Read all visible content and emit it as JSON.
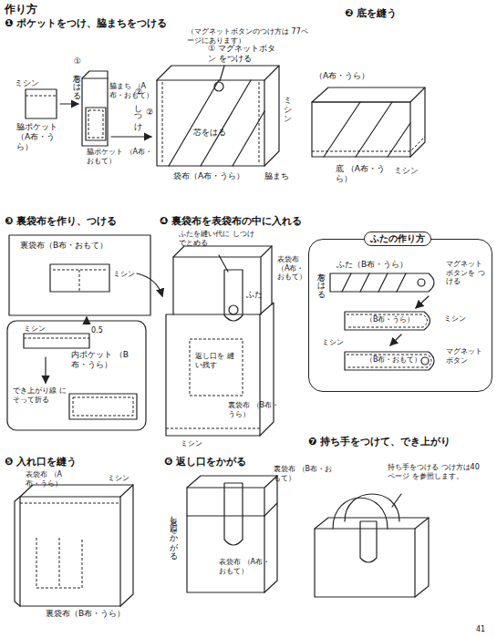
{
  "diagram": {
    "title": "作り方",
    "nodes": [
      {
        "text": [
          "ふたの作り方",
          "ふた（B布・うら）",
          "芯をはる",
          "マグネット ボタンを つける",
          "ミシン",
          "（B布・うら）",
          "ミシン",
          "マグネット ボタン",
          "（B布・おもて）"
        ]
      }
    ],
    "labels": [
      "❶ ポケットをつけ、脇まちをつける",
      "❷ 底を縫う",
      "ミシン",
      "脇ポケット （A布・うら）",
      "① 芯をはる",
      "脇まち （A布・おもて）",
      "② しつけ",
      "脇ポケット （A布・おもて）",
      "（マグネットボタンのつけ方は 77ページにあります）",
      "① マグネットボタン をつける",
      "②",
      "芯をはる",
      "ミシン",
      "袋布（A布・うら）",
      "脇まち",
      "（A布・うら）",
      "底 （A布・うら）",
      "ミシン",
      "❸ 裏袋布を作り、つける",
      "❹ 裏袋布を表袋布の中に入れる",
      "裏袋布（B布・おもて）",
      "ミシン",
      "ミシン",
      "0.5",
      "内ポケット （B布・うら）",
      "でき上がり線 にそって折る",
      "ふたを縫い代に しつけでとめる",
      "表袋布 （A布・ おもて）",
      "ふた",
      "返し口を 縫い残す",
      "裏袋布 （B布・うら）",
      "ミシン",
      "❼ 持ち手をつけて、でき上がり",
      "❺ 入れ口を縫う",
      "表袋布 （A布・うら）",
      "ミシン",
      "裏袋布（B布・うら）",
      "❻ 返し口をかがる",
      "裏袋布 （B布・おもて）",
      "返し口をかがる",
      "表袋布 （A布・おもて）",
      "持ち手をつける つけ方は40ページ を参照します。",
      "41"
    ]
  }
}
